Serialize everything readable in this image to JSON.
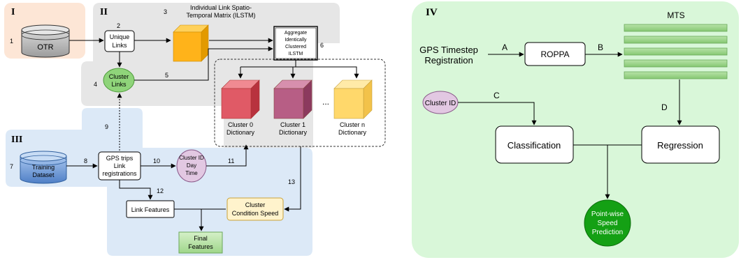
{
  "colors": {
    "section_I": "#fde6d6",
    "section_II": "#e6e6e6",
    "section_III": "#dce9f7",
    "section_IV": "#d9f7d9",
    "cluster0": "#e05a66",
    "cluster1": "#b75e85",
    "clustern": "#ffd86b",
    "ilstm_cube": "#ffb31a",
    "green_node": "#8fd47a",
    "lilac_node": "#e2c8e2",
    "speed_node": "#14a014"
  },
  "sections": {
    "I": "I",
    "II": "II",
    "III": "III",
    "IV": "IV"
  },
  "left": {
    "otr": "OTR",
    "unique_links": [
      "Unique",
      "Links"
    ],
    "ilstm_title": [
      "Individual Link Spatio-",
      "Temporal Matrix (ILSTM)"
    ],
    "aggregate": [
      "Aggregate",
      "Identically",
      "Clustered",
      "ILSTM"
    ],
    "cluster_links": [
      "Cluster",
      "Links"
    ],
    "cluster0": [
      "Cluster 0",
      "Dictionary"
    ],
    "cluster1": [
      "Cluster 1",
      "Dictionary"
    ],
    "clustern": [
      "Cluster n",
      "Dictionary"
    ],
    "ellipsis": "...",
    "training": [
      "Training",
      "Dataset"
    ],
    "gps_trips": [
      "GPS trips",
      "Link",
      "registrations"
    ],
    "cluster_day_time": [
      "Cluster ID",
      "Day",
      "Time"
    ],
    "link_features": "Link Features",
    "cluster_condition": [
      "Cluster",
      "Condition Speed"
    ],
    "final_features": [
      "Final",
      "Features"
    ],
    "steps": {
      "s1": "1",
      "s2": "2",
      "s3": "3",
      "s4": "4",
      "s5": "5",
      "s6": "6",
      "s7": "7",
      "s8": "8",
      "s9": "9",
      "s10": "10",
      "s11": "11",
      "s12": "12",
      "s13": "13"
    }
  },
  "right": {
    "gps_registration": [
      "GPS Timestep",
      "Registration"
    ],
    "roppa": "ROPPA",
    "mts": "MTS",
    "cluster_id": "Cluster ID",
    "classification": "Classification",
    "regression": "Regression",
    "speed_prediction": [
      "Point-wise",
      "Speed",
      "Prediction"
    ],
    "arrows": {
      "a": "A",
      "b": "B",
      "c": "C",
      "d": "D"
    }
  }
}
